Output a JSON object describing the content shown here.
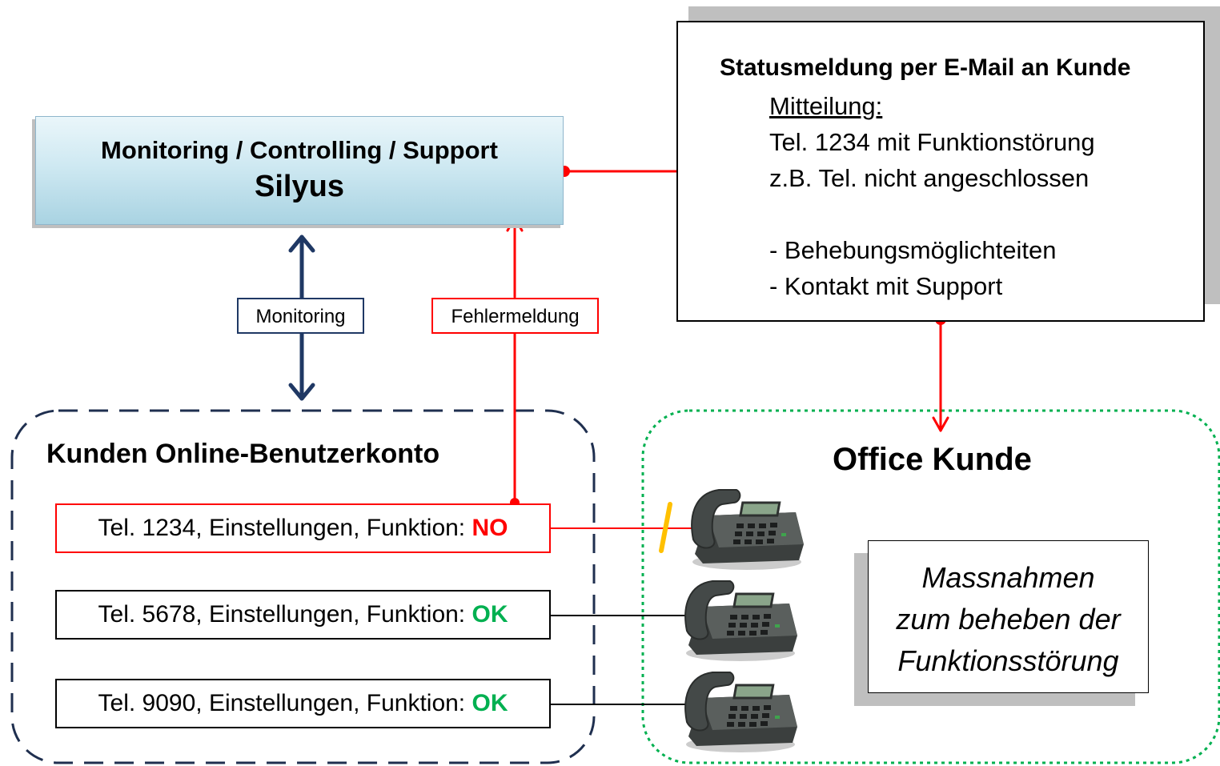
{
  "silyus": {
    "title": "Monitoring / Controlling / Support",
    "name": "Silyus"
  },
  "status_mail": {
    "title": "Statusmeldung per E-Mail an Kunde",
    "heading": "Mitteilung:",
    "lines": [
      "Tel. 1234 mit Funktionstörung",
      "z.B. Tel. nicht angeschlossen",
      "",
      "- Behebungsmöglichteiten",
      "- Kontakt mit Support"
    ]
  },
  "links": {
    "monitoring": "Monitoring",
    "fehlermeldung": "Fehlermeldung"
  },
  "kunden": {
    "title": "Kunden Online-Benutzerkonto",
    "rows": [
      {
        "text": "Tel. 1234, Einstellungen, Funktion: ",
        "status": "NO"
      },
      {
        "text": "Tel. 5678, Einstellungen, Funktion: ",
        "status": "OK"
      },
      {
        "text": "Tel. 9090, Einstellungen, Funktion: ",
        "status": "OK"
      }
    ]
  },
  "office": {
    "title": "Office Kunde"
  },
  "massnahmen": {
    "lines": [
      "Massnahmen",
      "zum beheben der",
      "Funktionsstörung"
    ]
  },
  "colors": {
    "red": "#ff0000",
    "navy": "#1f3864",
    "green_ok": "#00b050",
    "green_dotted": "#00b050",
    "disconnect": "#ffc000"
  },
  "icons": [
    "telephone-icon"
  ]
}
